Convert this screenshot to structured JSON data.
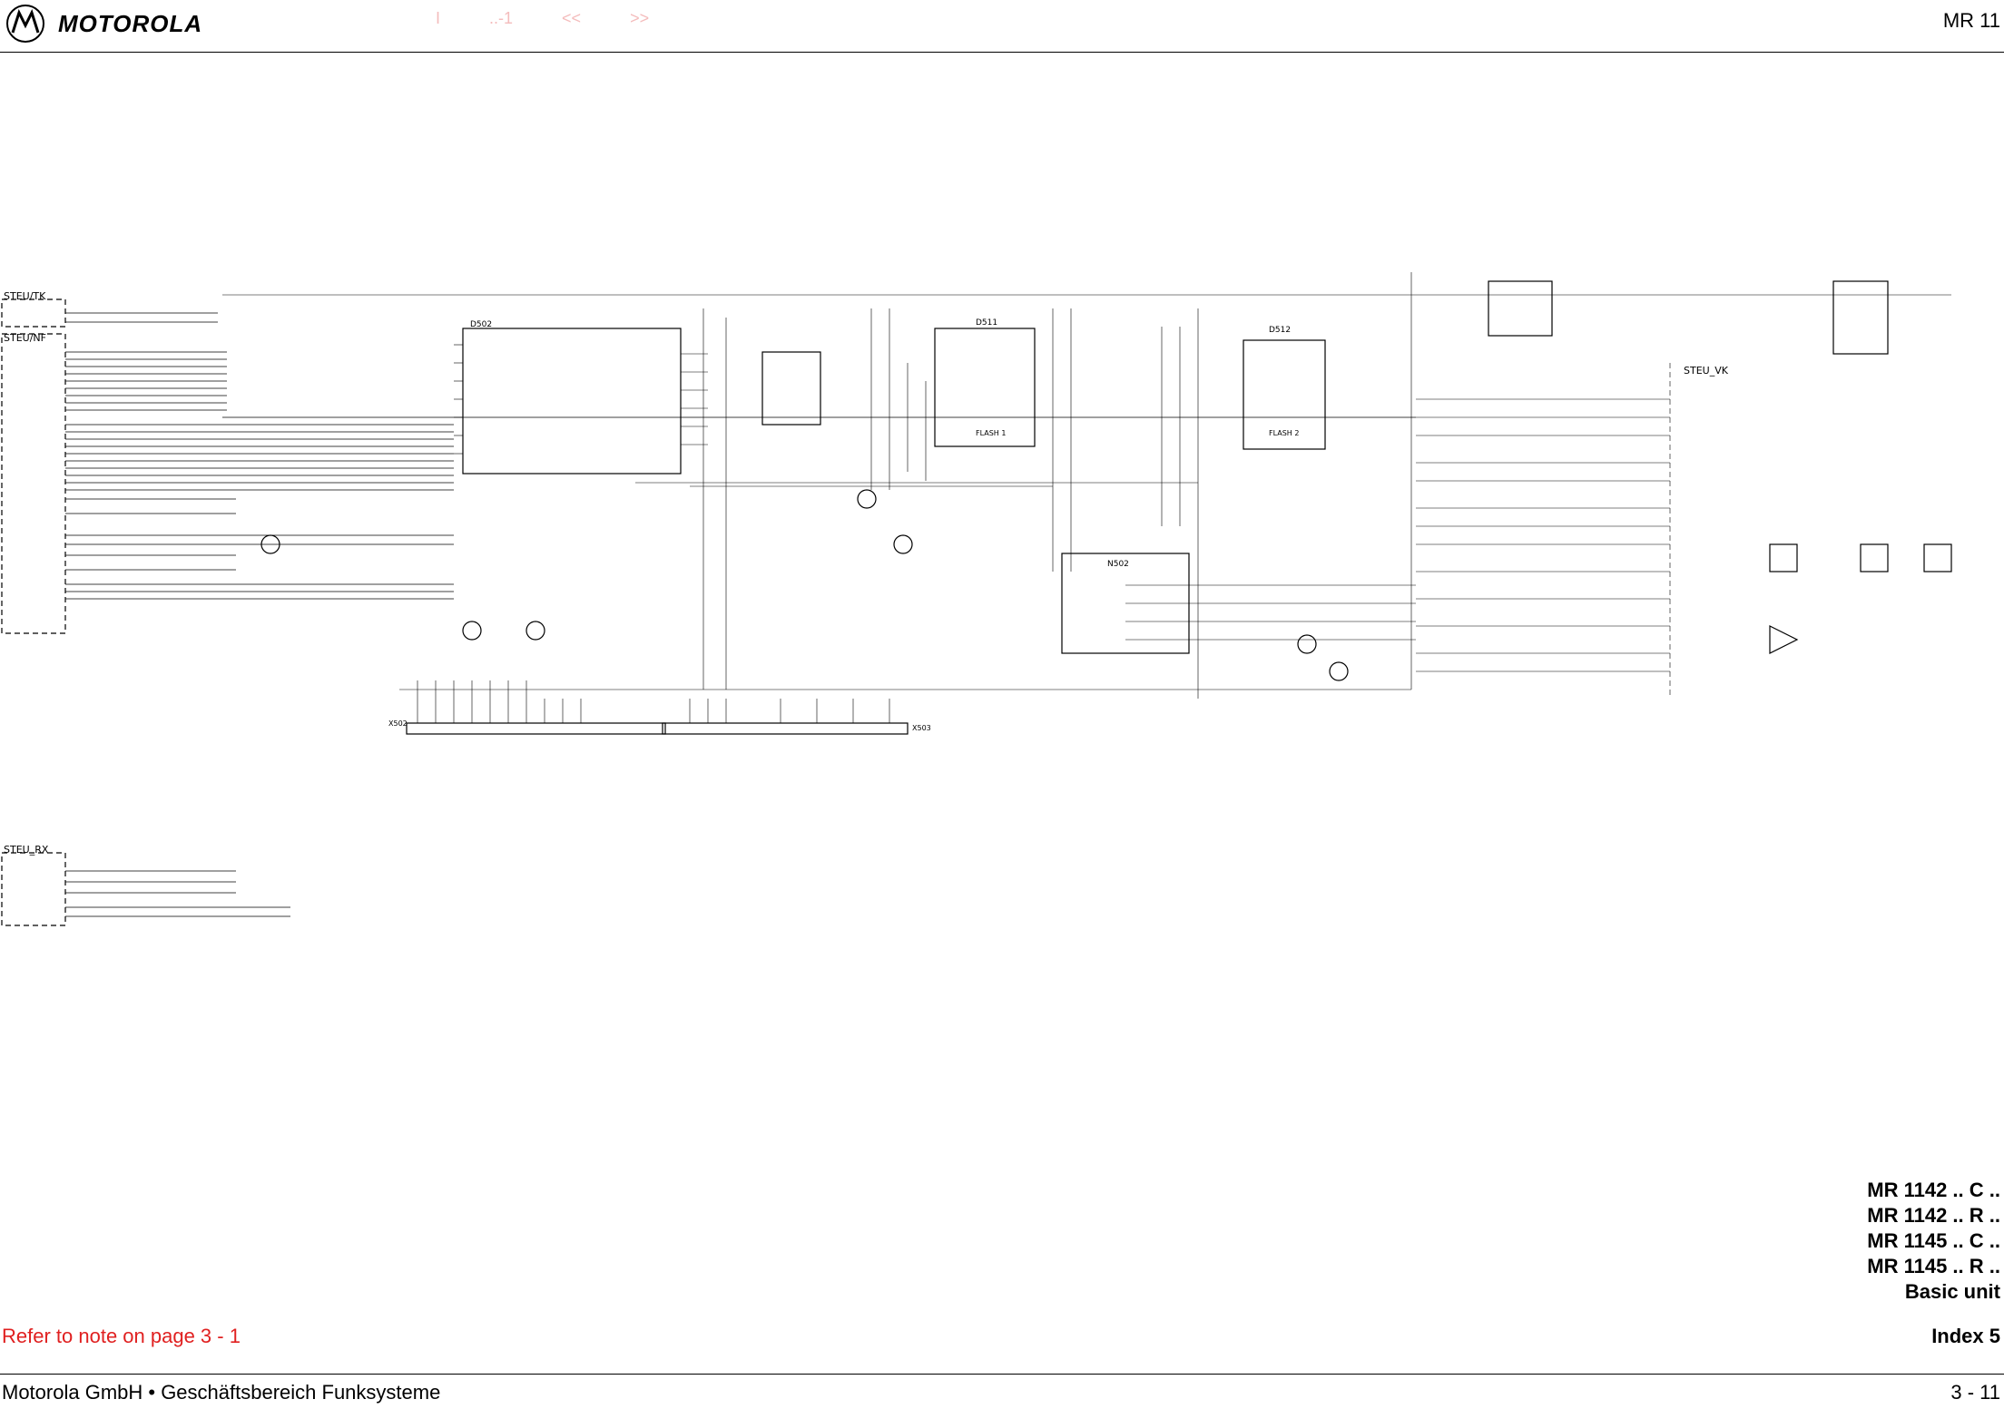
{
  "header": {
    "brand": "MOTOROLA",
    "page_code": "MR 11",
    "nav": [
      "I",
      "..-1",
      "<<",
      ">>"
    ]
  },
  "schematic": {
    "labels": {
      "steu_tk": "STEU/TK",
      "steu_nf": "STEU/NF",
      "steu_rx": "STEU_RX",
      "steu_vk": "STEU_VK",
      "d502": "D502",
      "d511": "D511",
      "d512": "D512",
      "n502": "N502",
      "flash1": "FLASH 1",
      "flash2": "FLASH 2",
      "x502": "X502",
      "x503": "X503"
    }
  },
  "models": [
    "MR 1142 .. C ..",
    "MR 1142 .. R ..",
    "MR 1145 .. C ..",
    "MR 1145 .. R ..",
    "Basic unit"
  ],
  "note": "Refer to note on page 3 - 1",
  "index": "Index 5",
  "footer": {
    "company": "Motorola GmbH • Geschäftsbereich Funksysteme",
    "page_number": "3 - 11"
  }
}
